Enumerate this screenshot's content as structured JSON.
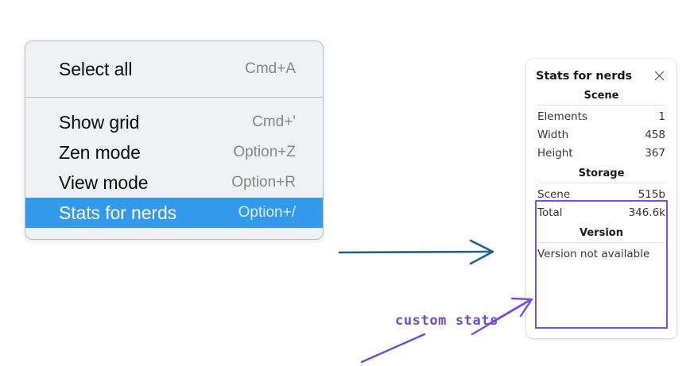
{
  "context_menu": {
    "sections": [
      {
        "name": "selection",
        "items": [
          {
            "label": "Select all",
            "shortcut": "Cmd+A",
            "selected": false
          }
        ]
      },
      {
        "name": "view",
        "items": [
          {
            "label": "Show grid",
            "shortcut": "Cmd+'",
            "selected": false
          },
          {
            "label": "Zen mode",
            "shortcut": "Option+Z",
            "selected": false
          },
          {
            "label": "View mode",
            "shortcut": "Option+R",
            "selected": false
          },
          {
            "label": "Stats for nerds",
            "shortcut": "Option+/",
            "selected": true
          }
        ]
      }
    ],
    "highlight_color": "#339aeb"
  },
  "stats_panel": {
    "title": "Stats for nerds",
    "close_icon": "close-icon",
    "sections": [
      {
        "heading": "Scene",
        "rows": [
          {
            "key": "Elements",
            "value": "1"
          },
          {
            "key": "Width",
            "value": "458"
          },
          {
            "key": "Height",
            "value": "367"
          }
        ]
      },
      {
        "heading": "Storage",
        "rows": [
          {
            "key": "Scene",
            "value": "515b"
          },
          {
            "key": "Total",
            "value": "346.6k"
          }
        ]
      },
      {
        "heading": "Version",
        "note": "Version not available"
      }
    ]
  },
  "annotations": {
    "label": "custom stats",
    "label_color": "#6c4bd8",
    "highlight_color": "#7d4ed8",
    "flow_arrow_color": "#1f5f99"
  }
}
